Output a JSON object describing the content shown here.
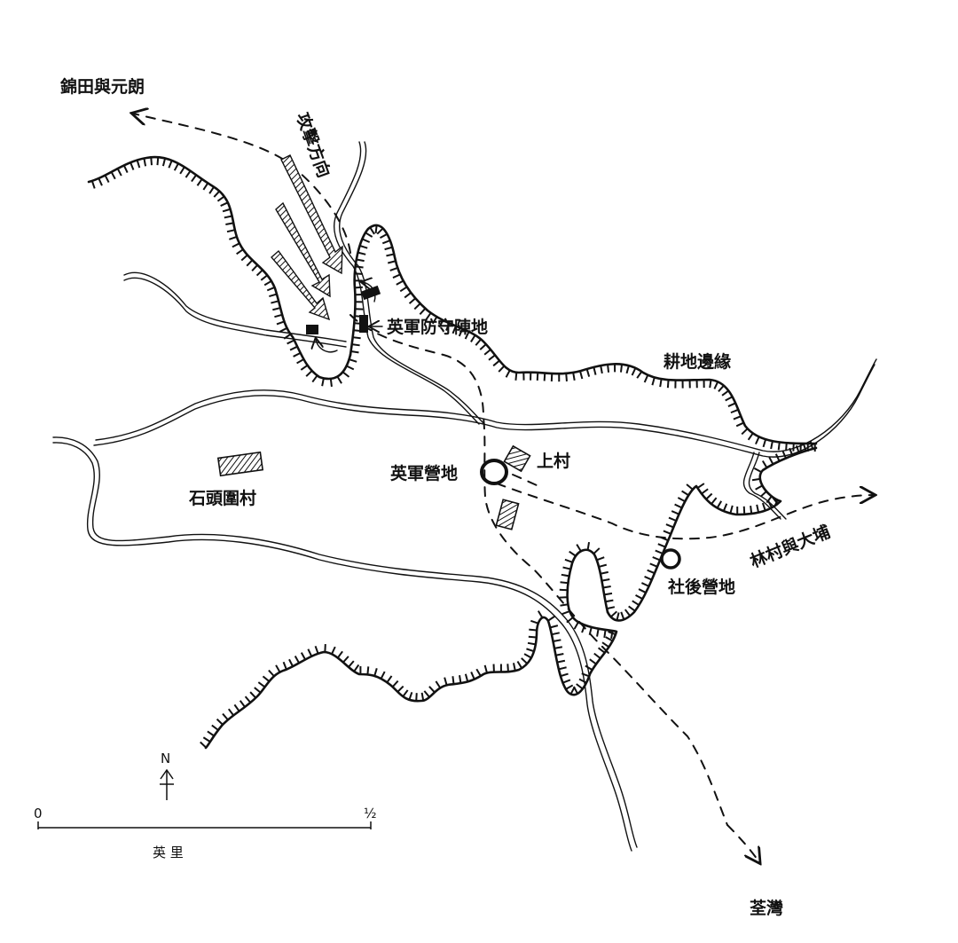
{
  "labels": {
    "kam_tin_yuen_long": "錦田與元朗",
    "attack_direction": "攻擊方向",
    "british_defence_position": "英軍防守陣地",
    "field_edge": "耕地邊緣",
    "british_camp": "英軍營地",
    "upper_village": "上村",
    "shek_tau_wai": "石頭圍村",
    "lam_tsuen_tai_po": "林村與大埔",
    "she_hau_camp": "社後營地",
    "tsuen_wan": "荃灣"
  },
  "compass": {
    "north": "N"
  },
  "scale": {
    "start": "0",
    "end": "½",
    "unit": "英 里"
  },
  "colors": {
    "ink": "#111111",
    "background": "#ffffff"
  }
}
